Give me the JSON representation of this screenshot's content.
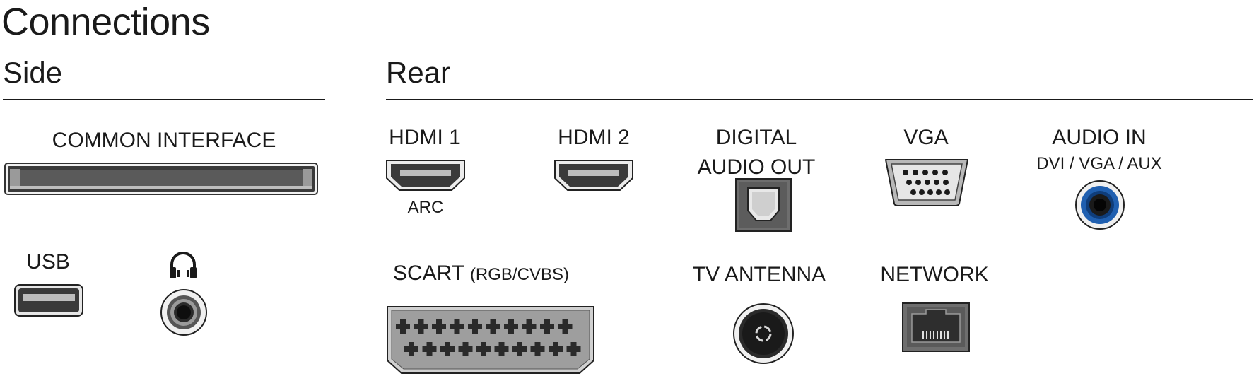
{
  "page": {
    "title": "Connections"
  },
  "sections": {
    "side": "Side",
    "rear": "Rear"
  },
  "side": {
    "common_interface": "COMMON INTERFACE",
    "usb": "USB",
    "headphones_icon": "headphones-icon"
  },
  "rear": {
    "hdmi1": "HDMI 1",
    "hdmi1_sub": "ARC",
    "hdmi2": "HDMI 2",
    "digital_audio_out_line1": "DIGITAL",
    "digital_audio_out_line2": "AUDIO OUT",
    "vga": "VGA",
    "audio_in": "AUDIO IN",
    "audio_in_sub": "DVI / VGA / AUX",
    "scart": "SCART",
    "scart_sub": "(RGB/CVBS)",
    "tv_antenna": "TV ANTENNA",
    "network": "NETWORK"
  },
  "colors": {
    "text": "#1a1a1a",
    "port_dark": "#333333",
    "port_mid": "#6e6e6e",
    "port_light": "#d9d9d9",
    "audio_in_ring": "#1f5fb0"
  }
}
